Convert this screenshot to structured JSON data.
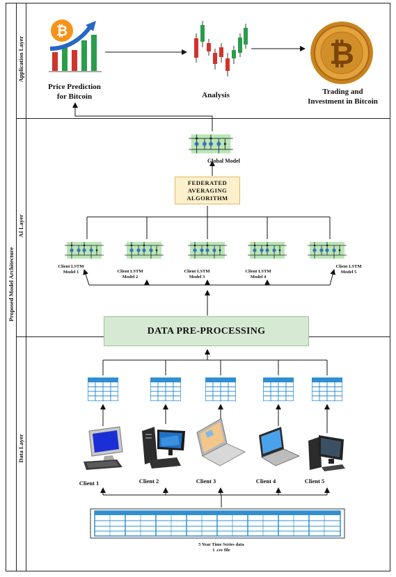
{
  "layers": {
    "outer_label": "Proposed Model Architecture",
    "application": "Application Layer",
    "ai": "AI Layer",
    "data": "Data Layer"
  },
  "application": {
    "price_prediction": "Price Prediction\nfor Bitcoin",
    "analysis": "Analysis",
    "trading": "Trading and\nInvestment in Bitcoin"
  },
  "ai": {
    "global_model": "Global Model",
    "federated": "FEDERATED\nAVERAGING\nALGORITHM",
    "clients": [
      "Client LSTM\nModel 1",
      "Client LSTM\nModel 2",
      "Client LSTM\nModel 3",
      "Client LSTM\nModel 4",
      "Client LSTM\nModel 5"
    ]
  },
  "data": {
    "preprocessing": "DATA PRE-PROCESSING",
    "clients": [
      "Client 1",
      "Client 2",
      "Client 3",
      "Client 4",
      "Client 5"
    ],
    "dataset": "5 Year Time Series data\n1 .csv file"
  },
  "colors": {
    "lstm_green": "#b9e6b7",
    "table_blue": "#2f8fd0",
    "fed_fill": "#fdf0cc",
    "pre_fill": "#d6ead3",
    "bitcoin_orange": "#f7931a"
  }
}
